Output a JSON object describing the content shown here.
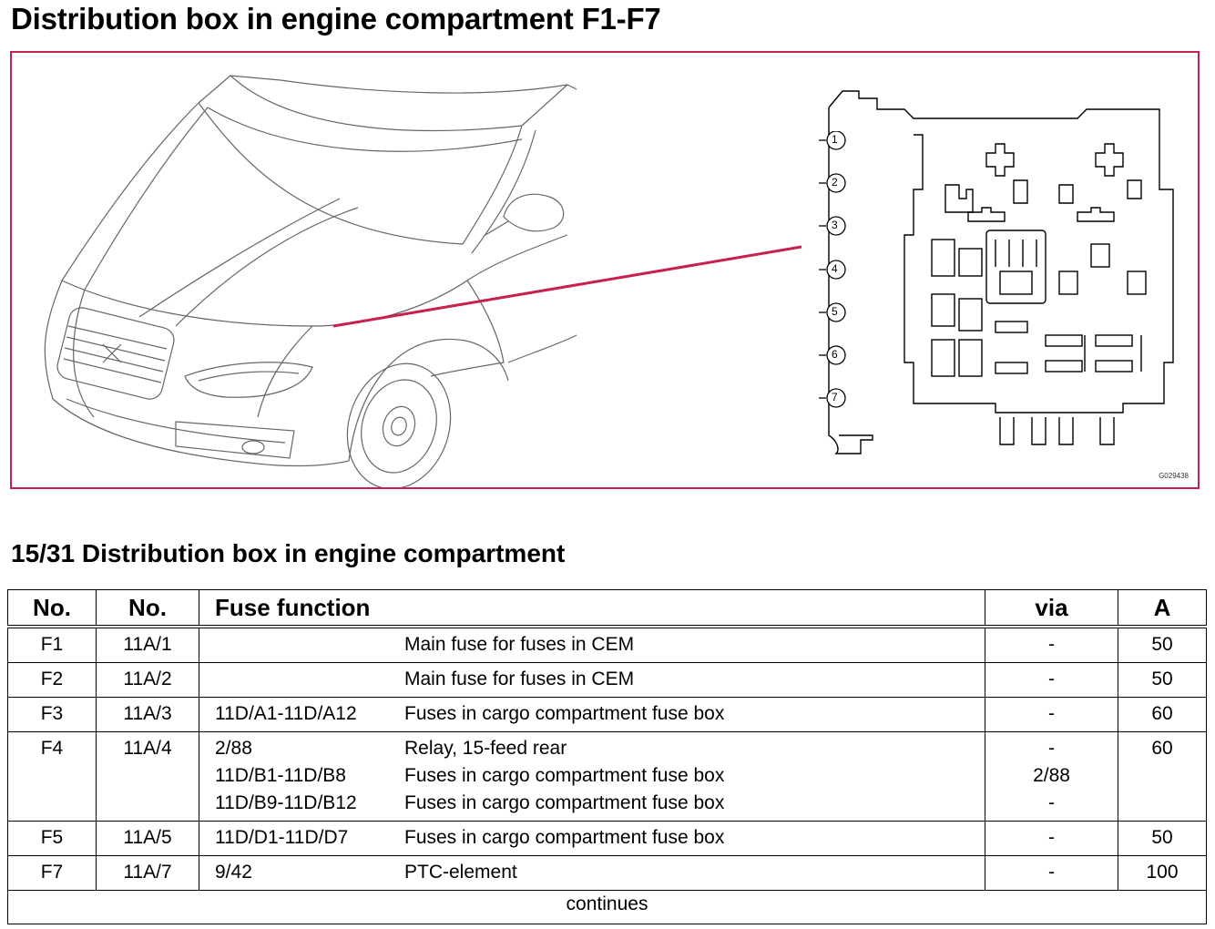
{
  "page": {
    "title": "Distribution box in engine compartment F1-F7",
    "section_title": "15/31 Distribution box in engine compartment"
  },
  "figure": {
    "code": "G029438",
    "fuse_labels": [
      "1",
      "2",
      "3",
      "4",
      "5",
      "6",
      "7"
    ],
    "accent_color": "#c8204e"
  },
  "table": {
    "headers": {
      "no1": "No.",
      "no2": "No.",
      "function": "Fuse function",
      "via": "via",
      "amp": "A"
    },
    "rows": [
      {
        "fuse": "F1",
        "pos": "11A/1",
        "lines": [
          {
            "ref": "",
            "desc": "Main fuse for fuses in CEM",
            "via": "-"
          }
        ],
        "amp": "50"
      },
      {
        "fuse": "F2",
        "pos": "11A/2",
        "lines": [
          {
            "ref": "",
            "desc": "Main fuse for fuses in CEM",
            "via": "-"
          }
        ],
        "amp": "50"
      },
      {
        "fuse": "F3",
        "pos": "11A/3",
        "lines": [
          {
            "ref": "11D/A1-11D/A12",
            "desc": "Fuses in cargo compartment fuse box",
            "via": "-"
          }
        ],
        "amp": "60"
      },
      {
        "fuse": "F4",
        "pos": "11A/4",
        "lines": [
          {
            "ref": "2/88",
            "desc": "Relay, 15-feed rear",
            "via": "-"
          },
          {
            "ref": "11D/B1-11D/B8",
            "desc": "Fuses in cargo compartment fuse box",
            "via": "2/88"
          },
          {
            "ref": "11D/B9-11D/B12",
            "desc": "Fuses in cargo compartment fuse box",
            "via": "-"
          }
        ],
        "amp": "60"
      },
      {
        "fuse": "F5",
        "pos": "11A/5",
        "lines": [
          {
            "ref": "11D/D1-11D/D7",
            "desc": "Fuses in cargo compartment fuse box",
            "via": "-"
          }
        ],
        "amp": "50"
      },
      {
        "fuse": "F7",
        "pos": "11A/7",
        "lines": [
          {
            "ref": "9/42",
            "desc": "PTC-element",
            "via": "-"
          }
        ],
        "amp": "100"
      }
    ],
    "footer": "continues"
  }
}
